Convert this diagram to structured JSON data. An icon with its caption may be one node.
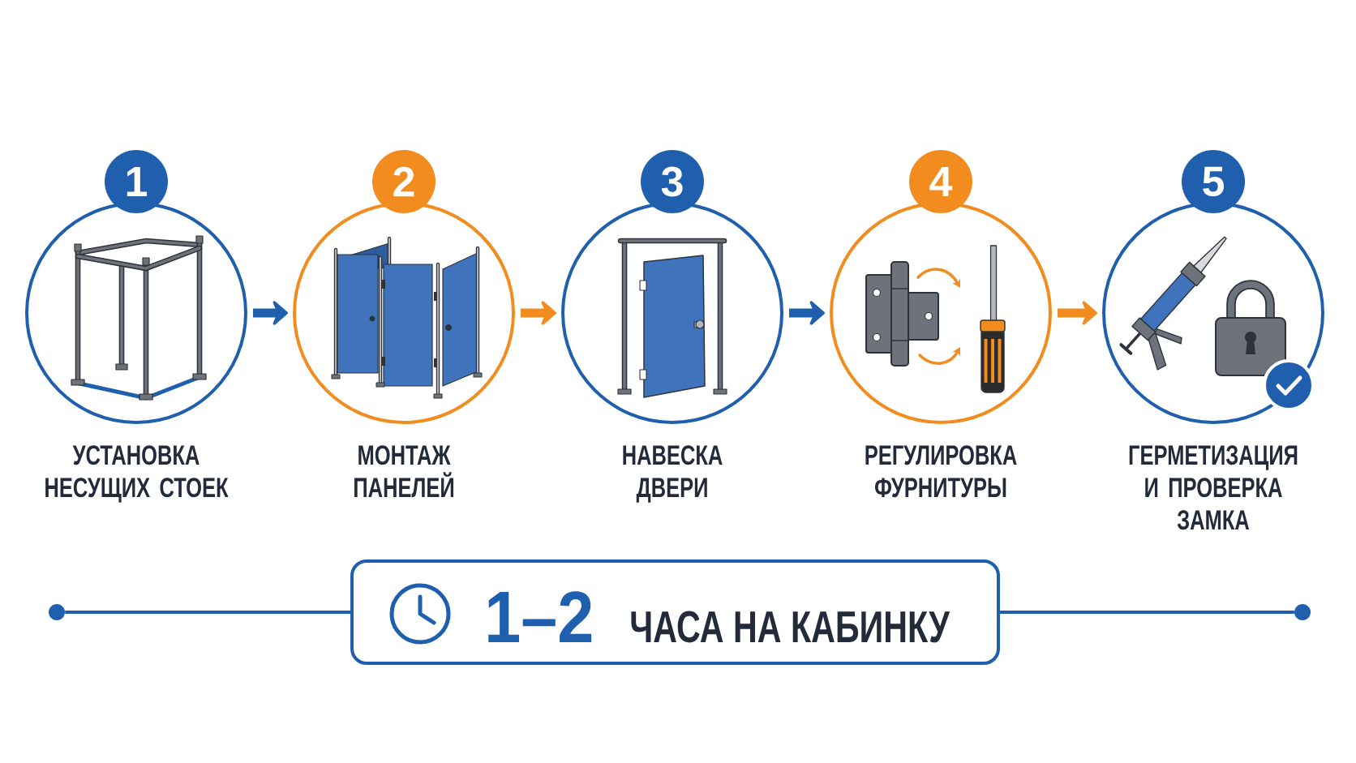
{
  "diagram": {
    "nodes": [
      {
        "text": [
          "1"
        ]
      },
      {
        "text": [
          "УСТАНОВКА НЕСУЩИХ СТОЕК"
        ]
      },
      {
        "text": [
          "2"
        ]
      },
      {
        "text": [
          "МОНТАЖ ПАНЕЛЕЙ"
        ]
      },
      {
        "text": [
          "3"
        ]
      },
      {
        "text": [
          "НАВЕСКА ДВЕРИ"
        ]
      },
      {
        "text": [
          "4"
        ]
      },
      {
        "text": [
          "РЕГУЛИРОВКА ФУРНИТУРЫ"
        ]
      },
      {
        "text": [
          "5"
        ]
      },
      {
        "text": [
          "ГЕРМЕТИЗАЦИЯ И ПРОВЕРКА ЗАМКА"
        ]
      },
      {
        "text": [],
        "shape": "circle"
      },
      {
        "text": [
          "1–2",
          "ЧАСА НА КАБИНКУ"
        ]
      },
      {
        "text": [],
        "shape": "circle"
      }
    ],
    "edges": [
      {
        "from": 1,
        "to": 3,
        "arrow": "to"
      },
      {
        "from": 3,
        "to": 5,
        "arrow": "to",
        "color": "#f28c1e"
      },
      {
        "from": 5,
        "to": 7,
        "arrow": "to"
      },
      {
        "from": 7,
        "to": 9,
        "arrow": "to",
        "color": "#f28c1e"
      },
      {
        "from": 10,
        "to": 11,
        "arrow": "none"
      },
      {
        "from": 11,
        "to": 12,
        "arrow": "none"
      }
    ]
  }
}
